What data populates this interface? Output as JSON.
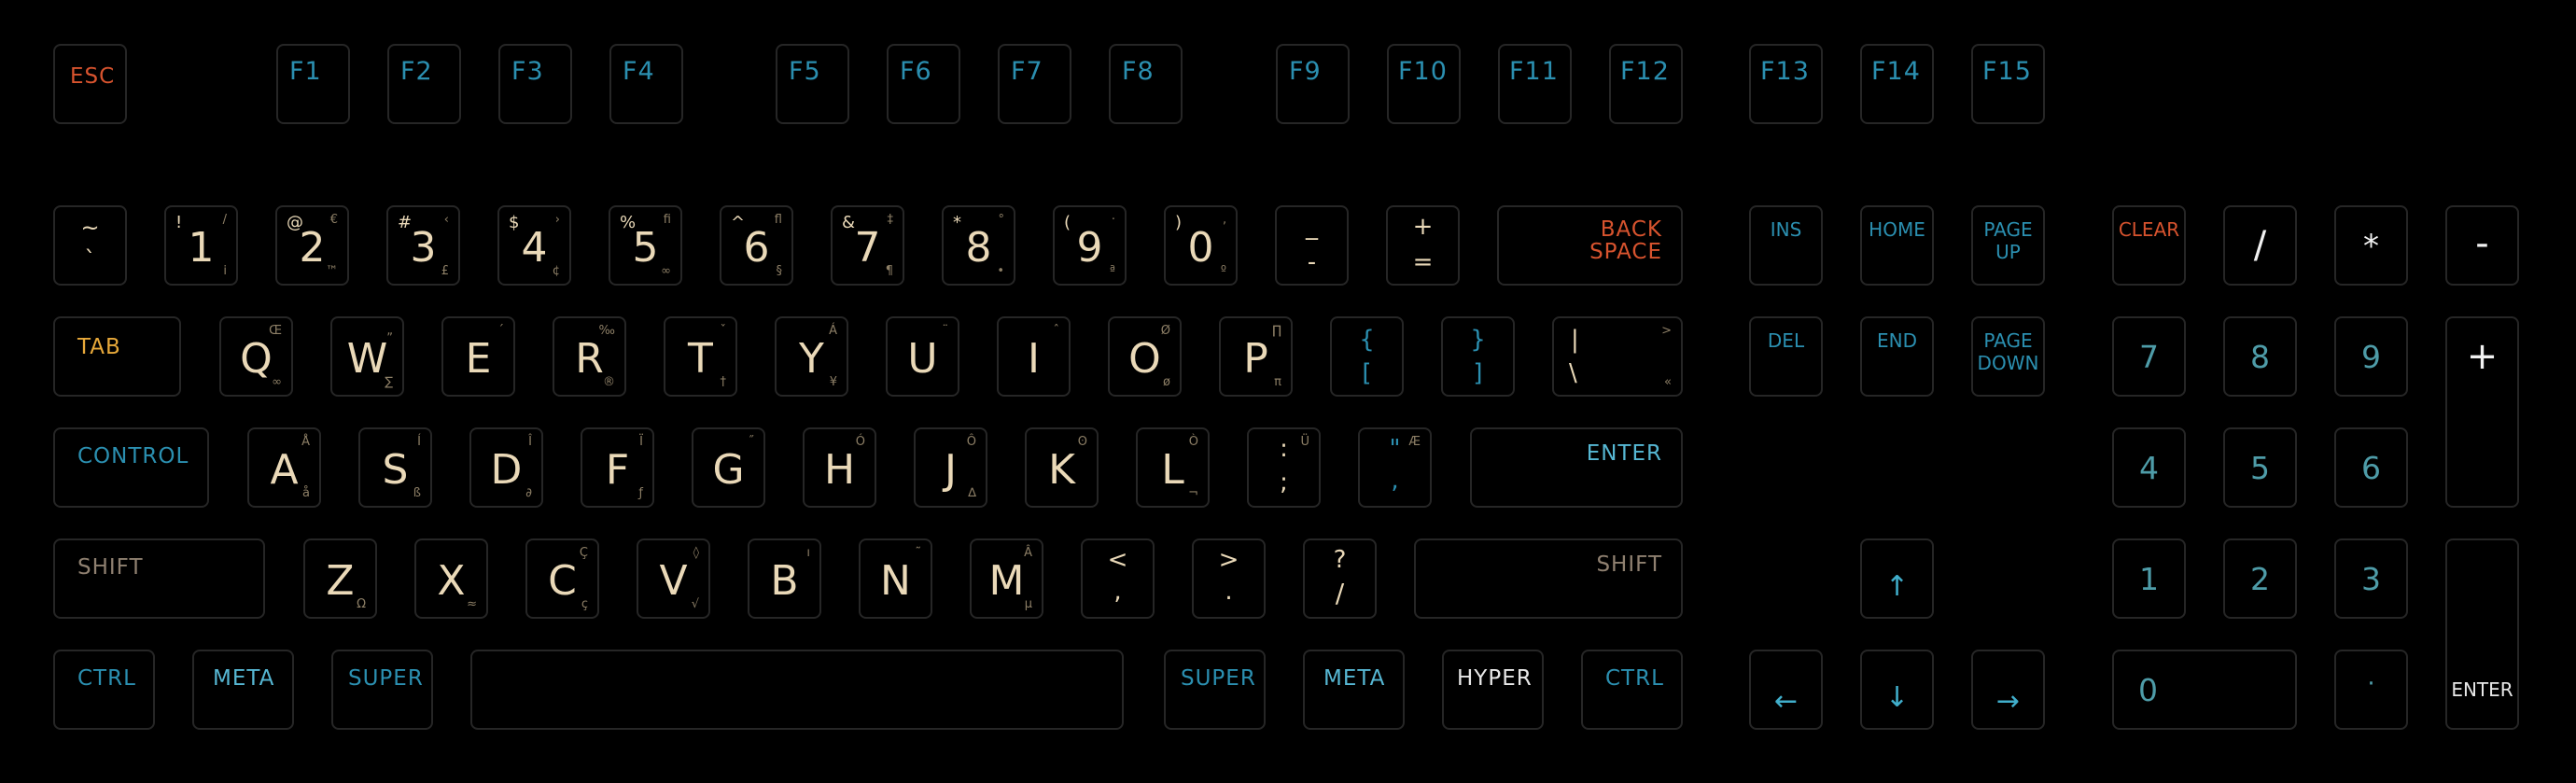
{
  "colors": {
    "red": "#d7532e",
    "blue": "#2b8fb0",
    "cyan": "#56b7d3",
    "gold": "#e8a93a",
    "tan": "#8f8070",
    "white": "#e8e8e8",
    "cream": "#ead9b8",
    "border": "#262626"
  },
  "function_row": {
    "esc": "ESC",
    "f1": "F1",
    "f2": "F2",
    "f3": "F3",
    "f4": "F4",
    "f5": "F5",
    "f6": "F6",
    "f7": "F7",
    "f8": "F8",
    "f9": "F9",
    "f10": "F10",
    "f11": "F11",
    "f12": "F12",
    "f13": "F13",
    "f14": "F14",
    "f15": "F15"
  },
  "number_row": {
    "k0": {
      "top": "~",
      "bottom": "`"
    },
    "k1": {
      "shift": "!",
      "main": "1",
      "alt": "/",
      "alt2": "i"
    },
    "k2": {
      "shift": "@",
      "main": "2",
      "alt": "€",
      "alt2": "™"
    },
    "k3": {
      "shift": "#",
      "main": "3",
      "alt": "‹",
      "alt2": "£"
    },
    "k4": {
      "shift": "$",
      "main": "4",
      "alt": "›",
      "alt2": "¢"
    },
    "k5": {
      "shift": "%",
      "main": "5",
      "alt": "fi",
      "alt2": "∞"
    },
    "k6": {
      "shift": "^",
      "main": "6",
      "alt": "fl",
      "alt2": "§"
    },
    "k7": {
      "shift": "&",
      "main": "7",
      "alt": "‡",
      "alt2": "¶"
    },
    "k8": {
      "shift": "*",
      "main": "8",
      "alt": "°",
      "alt2": "•"
    },
    "k9": {
      "shift": "(",
      "main": "9",
      "alt": "·",
      "alt2": "ª"
    },
    "k10": {
      "shift": ")",
      "main": "0",
      "alt": "‚",
      "alt2": "º"
    },
    "minus": {
      "top": "_",
      "bottom": "-"
    },
    "equals": {
      "top": "+",
      "bottom": "="
    },
    "backspace": {
      "line1": "BACK",
      "line2": "SPACE"
    }
  },
  "qwerty_row": {
    "tab": "TAB",
    "letters": [
      "Q",
      "W",
      "E",
      "R",
      "T",
      "Y",
      "U",
      "I",
      "O",
      "P"
    ],
    "lbrace": {
      "top": "{",
      "bottom": "["
    },
    "rbrace": {
      "top": "}",
      "bottom": "]"
    },
    "pipe": {
      "top": "|",
      "bottom": "\\",
      "c1": ">",
      "c2": "«"
    }
  },
  "home_row": {
    "control": "CONTROL",
    "letters": [
      "A",
      "S",
      "D",
      "F",
      "G",
      "H",
      "J",
      "K",
      "L"
    ],
    "colon": {
      "top": ":",
      "bottom": ";",
      "corner": "Ü"
    },
    "quote": {
      "top": "\"",
      "bottom": ",",
      "corner": "Æ"
    },
    "enter": "ENTER"
  },
  "bottom_letter_row": {
    "shift_left": "SHIFT",
    "letters": [
      "Z",
      "X",
      "C",
      "V",
      "B",
      "N",
      "M"
    ],
    "lt": {
      "top": "<",
      "bottom": ","
    },
    "gt": {
      "top": ">",
      "bottom": "."
    },
    "q": {
      "top": "?",
      "bottom": "/"
    },
    "shift_right": "SHIFT"
  },
  "modifier_row": {
    "ctrl_left": "CTRL",
    "meta_left": "META",
    "super_left": "SUPER",
    "super_right": "SUPER",
    "meta_right": "META",
    "hyper": "HYPER",
    "ctrl_right": "CTRL"
  },
  "nav_cluster": {
    "ins": "INS",
    "home": "HOME",
    "page_up_1": "PAGE",
    "page_up_2": "UP",
    "del": "DEL",
    "end": "END",
    "page_down_1": "PAGE",
    "page_down_2": "DOWN",
    "up": "↑",
    "left": "←",
    "down": "↓",
    "right": "→"
  },
  "numpad": {
    "clear": "CLEAR",
    "divide": "/",
    "multiply": "*",
    "minus": "-",
    "plus": "+",
    "seven": "7",
    "eight": "8",
    "nine": "9",
    "four": "4",
    "five": "5",
    "six": "6",
    "one": "1",
    "two": "2",
    "three": "3",
    "zero": "0",
    "dot": "·",
    "enter": "ENTER"
  }
}
